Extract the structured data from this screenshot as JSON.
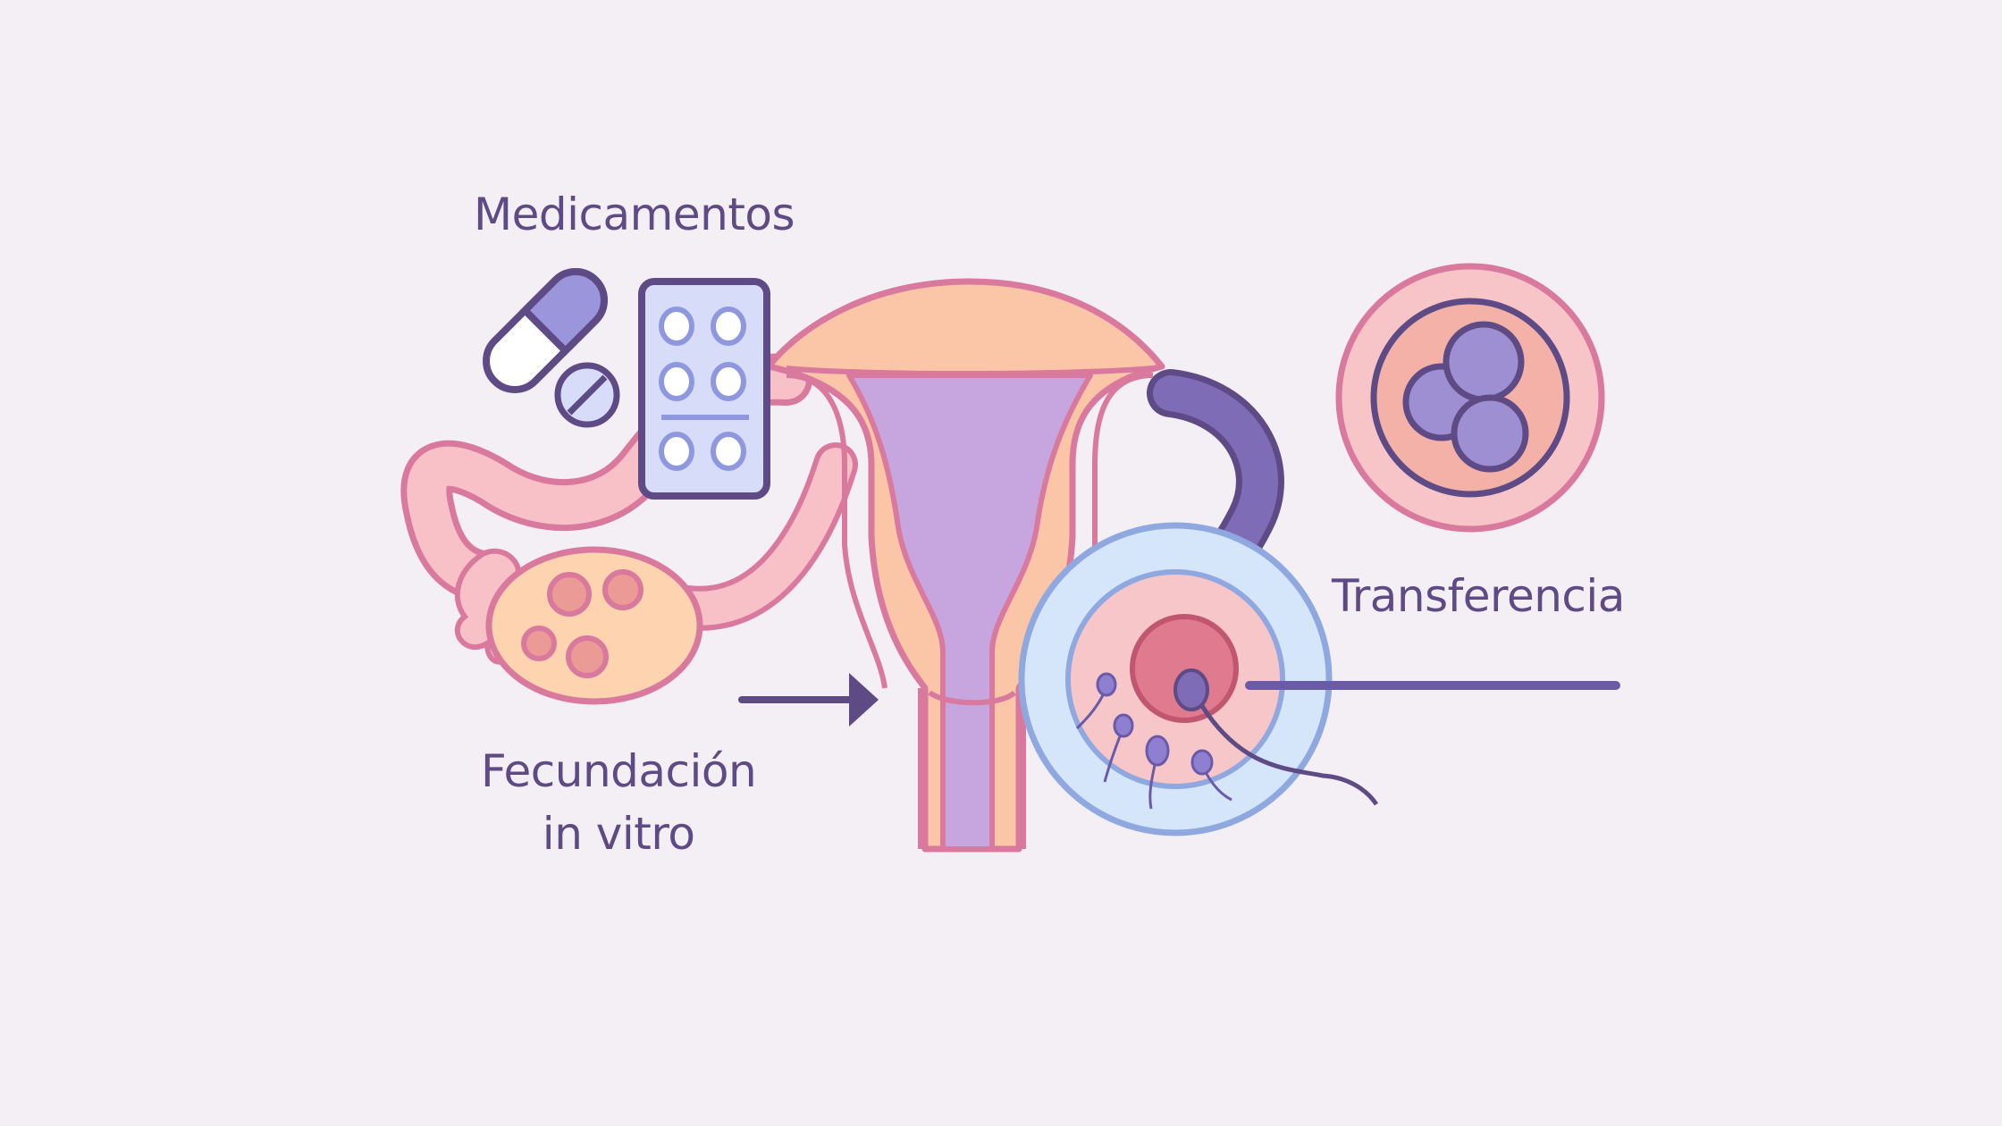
{
  "labels": {
    "medications": "Medicamentos",
    "transfer": "Transferencia",
    "ivf_line1": "Fecundación",
    "ivf_line2": "in vitro"
  },
  "colors": {
    "background": "#f4eff4",
    "outline_pink": "#d9799e",
    "uterus_fill": "#fbc5a8",
    "cavity_fill": "#c7a6e0",
    "dark_purple": "#5e4a85",
    "tube_purple": "#7f6cb6",
    "ovary_fill": "#fdd3b0",
    "follicle": "#ec9a95",
    "pill_purple": "#9b96db",
    "blister_fill": "#d7dcf8",
    "egg_blue": "#d6e6fa",
    "egg_pink": "#f7c6c8",
    "embryo_ring": "#f7c4c7",
    "embryo_cells": "#9d8fd2"
  }
}
